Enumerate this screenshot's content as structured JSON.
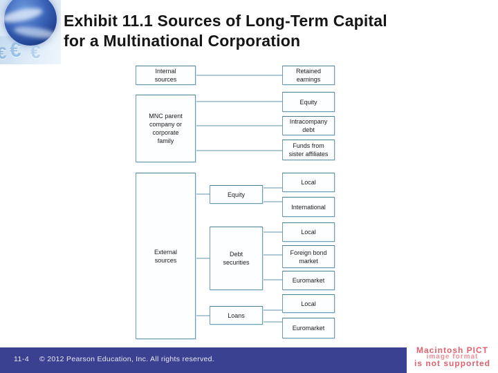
{
  "title": {
    "line1": "Exhibit 11.1  Sources of Long-Term Capital",
    "line2": "for a Multinational Corporation"
  },
  "diagram": {
    "boxes": {
      "internal_sources": {
        "label": "Internal\nsources"
      },
      "mnc_parent": {
        "label": "MNC parent\ncompany or\ncorporate\nfamily"
      },
      "external_sources": {
        "label": "External\nsources"
      },
      "retained_earnings": {
        "label": "Retained\nearnings"
      },
      "equity_internal": {
        "label": "Equity"
      },
      "intracompany_debt": {
        "label": "Intracompany\ndebt"
      },
      "funds_sister_affiliates": {
        "label": "Funds from\nsister affiliates"
      },
      "equity_external": {
        "label": "Equity"
      },
      "debt_securities": {
        "label": "Debt\nsecurities"
      },
      "loans": {
        "label": "Loans"
      },
      "local_equity": {
        "label": "Local"
      },
      "international_equity": {
        "label": "International"
      },
      "local_debt": {
        "label": "Local"
      },
      "foreign_bond_market": {
        "label": "Foreign bond\nmarket"
      },
      "euromarket_debt": {
        "label": "Euromarket"
      },
      "local_loans": {
        "label": "Local"
      },
      "euromarket_loans": {
        "label": "Euromarket"
      }
    },
    "globe_symbol": "€"
  },
  "footer": {
    "slide_number": "11-4",
    "copyright": "© 2012 Pearson Education, Inc. All rights reserved."
  },
  "pict_placeholder": {
    "line1": "Macintosh PICT",
    "line2": "image format",
    "line3": "is not supported"
  },
  "colors": {
    "footer_bar": "#3b4191",
    "box_border": "#6d9cb2",
    "connector_line": "#7fa9bf",
    "pict_text": "#e0606f",
    "title_text": "#151515"
  }
}
